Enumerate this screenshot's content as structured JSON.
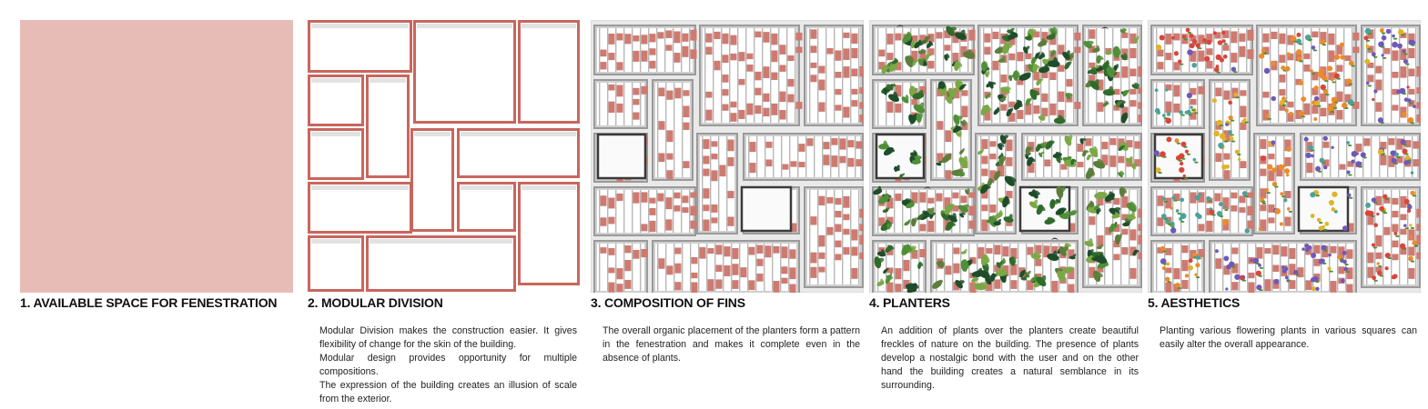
{
  "panels": [
    {
      "id": "p1",
      "title": "1. AVAILABLE SPACE FOR FENESTRATION",
      "desc": []
    },
    {
      "id": "p2",
      "title": "2. MODULAR DIVISION",
      "desc": [
        "Modular Division makes the construction easier. It gives flexibility of change for the skin of the building.",
        "Modular design provides opportunity for multiple compositions.",
        "The expression of the building creates an illusion of scale from the exterior."
      ]
    },
    {
      "id": "p3",
      "title": "3. COMPOSITION OF FINS",
      "desc": [
        "The overall organic placement of the planters form a pattern in the fenestration and makes it complete even in the absence of plants."
      ]
    },
    {
      "id": "p4",
      "title": "4. PLANTERS",
      "desc": [
        "An addition of plants over the planters create beautiful freckles of nature on the building. The presence of plants develop a nostalgic bond with the user and on the other hand the building creates a natural semblance in its surrounding."
      ]
    },
    {
      "id": "p5",
      "title": "5. AESTHETICS",
      "desc": [
        "Planting various flowering plants in various squares can easily alter the overall appearance."
      ]
    }
  ],
  "colors": {
    "available_space": "#e8bcb6",
    "module_outline": "#c8665d",
    "planter": "#cf7a70",
    "frame": "#9a9a9a",
    "frame_fill": "#cfcfcf",
    "window": "#3a3a3a",
    "foliage": [
      "#2f6b2a",
      "#4f8f37",
      "#7aa845",
      "#1f4d2a",
      "#5c7d3b"
    ],
    "flowers": [
      "#d9453c",
      "#e98c2b",
      "#7058b8",
      "#4aa39a",
      "#e0b32a"
    ]
  }
}
